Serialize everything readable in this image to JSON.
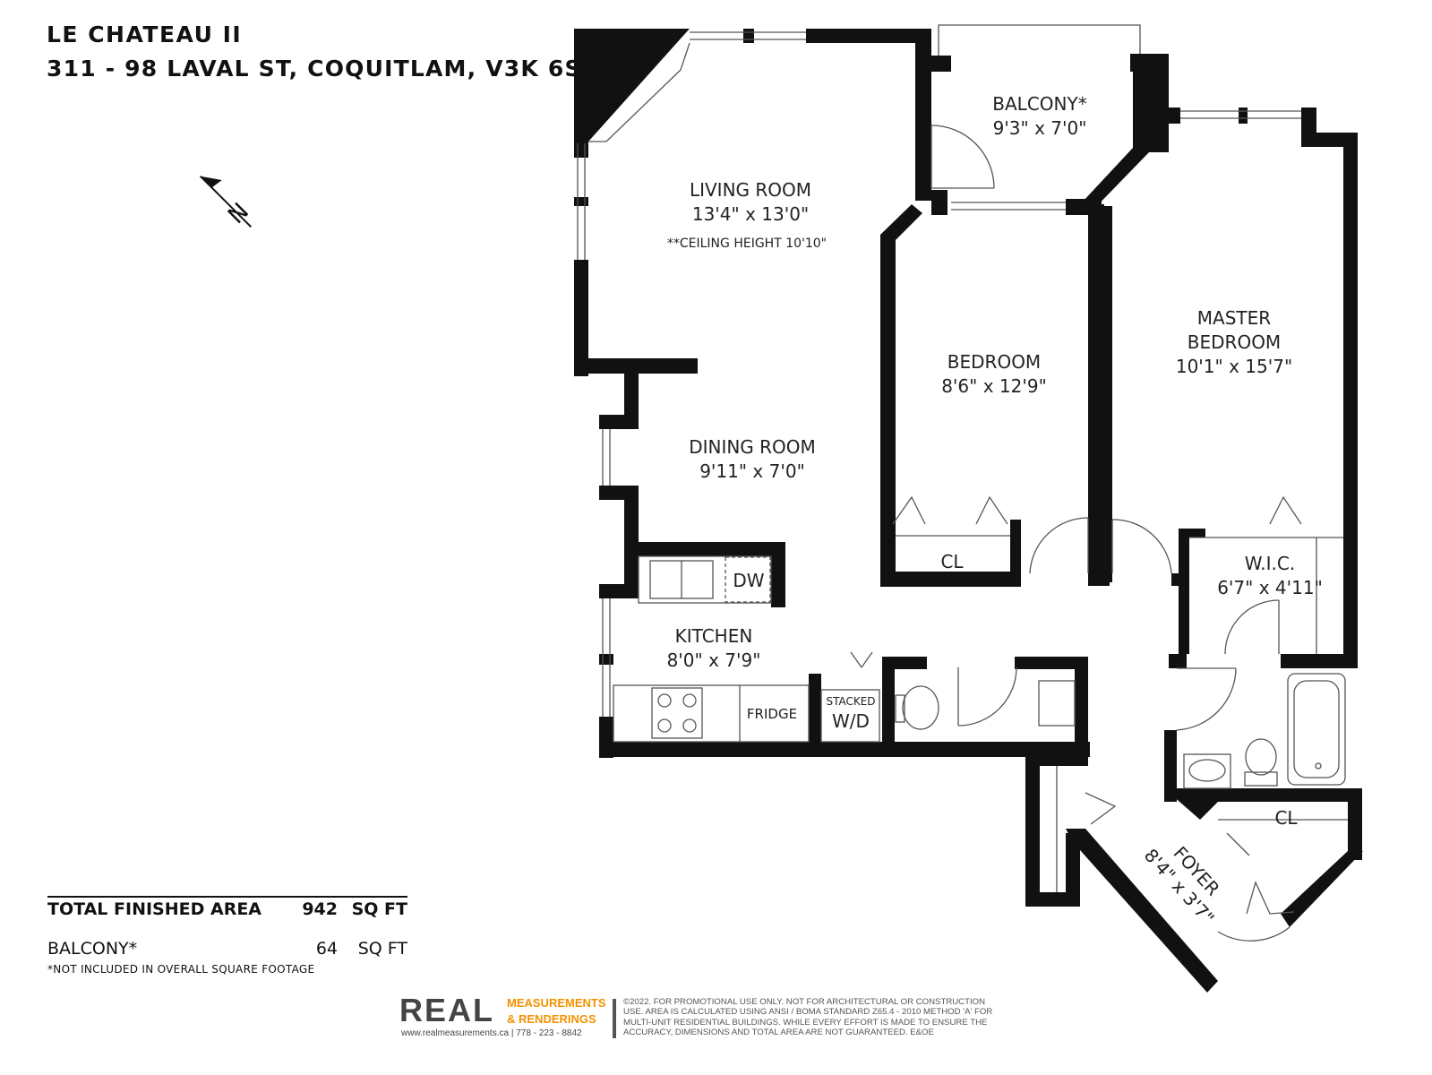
{
  "header": {
    "title": "LE CHATEAU II",
    "address": "311 - 98 LAVAL ST, COQUITLAM, V3K 6S9"
  },
  "north_label": "N",
  "rooms": {
    "living": {
      "name": "LIVING ROOM",
      "dims": "13'4\" x 13'0\"",
      "note": "**CEILING HEIGHT 10'10\""
    },
    "balcony": {
      "name": "BALCONY*",
      "dims": "9'3\" x 7'0\""
    },
    "bedroom": {
      "name": "BEDROOM",
      "dims": "8'6\" x 12'9\""
    },
    "master": {
      "name1": "MASTER",
      "name2": "BEDROOM",
      "dims": "10'1\" x 15'7\""
    },
    "dining": {
      "name": "DINING ROOM",
      "dims": "9'11\" x 7'0\""
    },
    "kitchen": {
      "name": "KITCHEN",
      "dims": "8'0\" x 7'9\""
    },
    "wic": {
      "name": "W.I.C.",
      "dims": "6'7\" x 4'11\""
    },
    "foyer": {
      "name": "FOYER",
      "dims": "8'4\" x 3'7\""
    }
  },
  "fixtures": {
    "cl_bedroom": "CL",
    "cl_foyer": "CL",
    "dw": "DW",
    "fridge": "FRIDGE",
    "stacked": "STACKED",
    "wd": "W/D"
  },
  "areas": {
    "total_label": "TOTAL FINISHED AREA",
    "total_value": "942",
    "total_unit": "SQ FT",
    "balcony_label": "BALCONY*",
    "balcony_value": "64",
    "balcony_unit": "SQ FT",
    "note": "*NOT INCLUDED IN OVERALL SQUARE FOOTAGE"
  },
  "branding": {
    "logo": "REAL",
    "line1": "MEASUREMENTS",
    "line2": "& RENDERINGS",
    "contact": "www.realmeasurements.ca | 778 - 223 - 8842",
    "disclaimer": "©2022. FOR PROMOTIONAL USE ONLY. NOT FOR ARCHITECTURAL OR CONSTRUCTION USE. AREA IS CALCULATED USING ANSI / BOMA STANDARD Z65.4 - 2010 METHOD 'A' FOR MULTI-UNIT RESIDENTIAL BUILDINGS. WHILE EVERY EFFORT IS MADE TO ENSURE THE ACCURACY, DIMENSIONS AND TOTAL AREA ARE NOT GUARANTEED. E&OE"
  },
  "colors": {
    "wall": "#111111",
    "accent": "#f39200",
    "text": "#222222"
  }
}
